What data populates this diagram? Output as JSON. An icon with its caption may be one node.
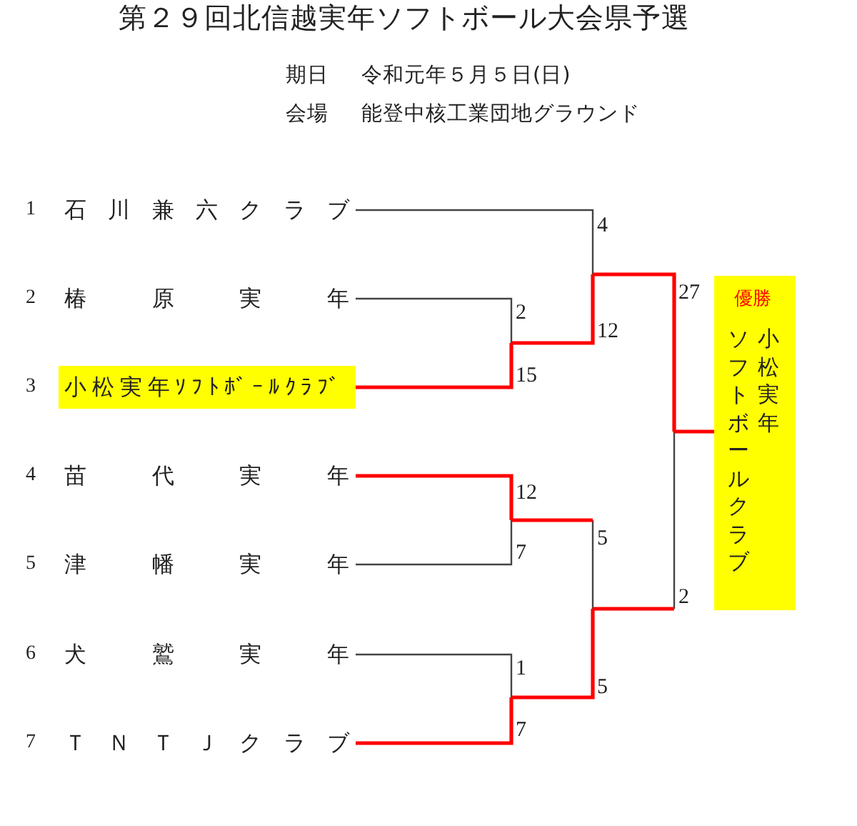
{
  "diagram": {
    "title": "第２９回北信越実年ソフトボール大会県予選",
    "nodes": [
      {
        "text": [
          "石川兼六クラブ"
        ],
        "beside": [
          "1"
        ]
      },
      {
        "text": [
          "椿原実年"
        ],
        "beside": [
          "2"
        ]
      },
      {
        "text": [
          "小松実年ｿﾌﾄﾎﾞｰﾙｸﾗﾌﾞ"
        ],
        "beside": [
          "3"
        ]
      },
      {
        "text": [
          "苗代実年"
        ],
        "beside": [
          "4"
        ]
      },
      {
        "text": [
          "津幡実年"
        ],
        "beside": [
          "5"
        ]
      },
      {
        "text": [
          "犬鷲実年"
        ],
        "beside": [
          "6"
        ]
      },
      {
        "text": [
          "ＴＮＴＪクラブ"
        ],
        "beside": [
          "7"
        ]
      },
      {
        "text": [
          "優勝",
          "小松実年ソフトボールクラブ"
        ]
      }
    ],
    "edges": [
      {
        "from": 0,
        "to": 7,
        "arrow": "none"
      },
      {
        "from": 1,
        "to": 7,
        "arrow": "none"
      },
      {
        "from": 2,
        "to": 7,
        "arrow": "none"
      },
      {
        "from": 3,
        "to": 7,
        "arrow": "none"
      },
      {
        "from": 4,
        "to": 7,
        "arrow": "none"
      },
      {
        "from": 5,
        "to": 7,
        "arrow": "none"
      },
      {
        "from": 6,
        "to": 7,
        "arrow": "none"
      }
    ],
    "labels": [
      "期日",
      "令和元年５月５日(日)",
      "会場",
      "能登中核工業団地グラウンド",
      "4",
      "27",
      "2",
      "12",
      "15",
      "12",
      "5",
      "7",
      "2",
      "1",
      "5",
      "7"
    ]
  }
}
